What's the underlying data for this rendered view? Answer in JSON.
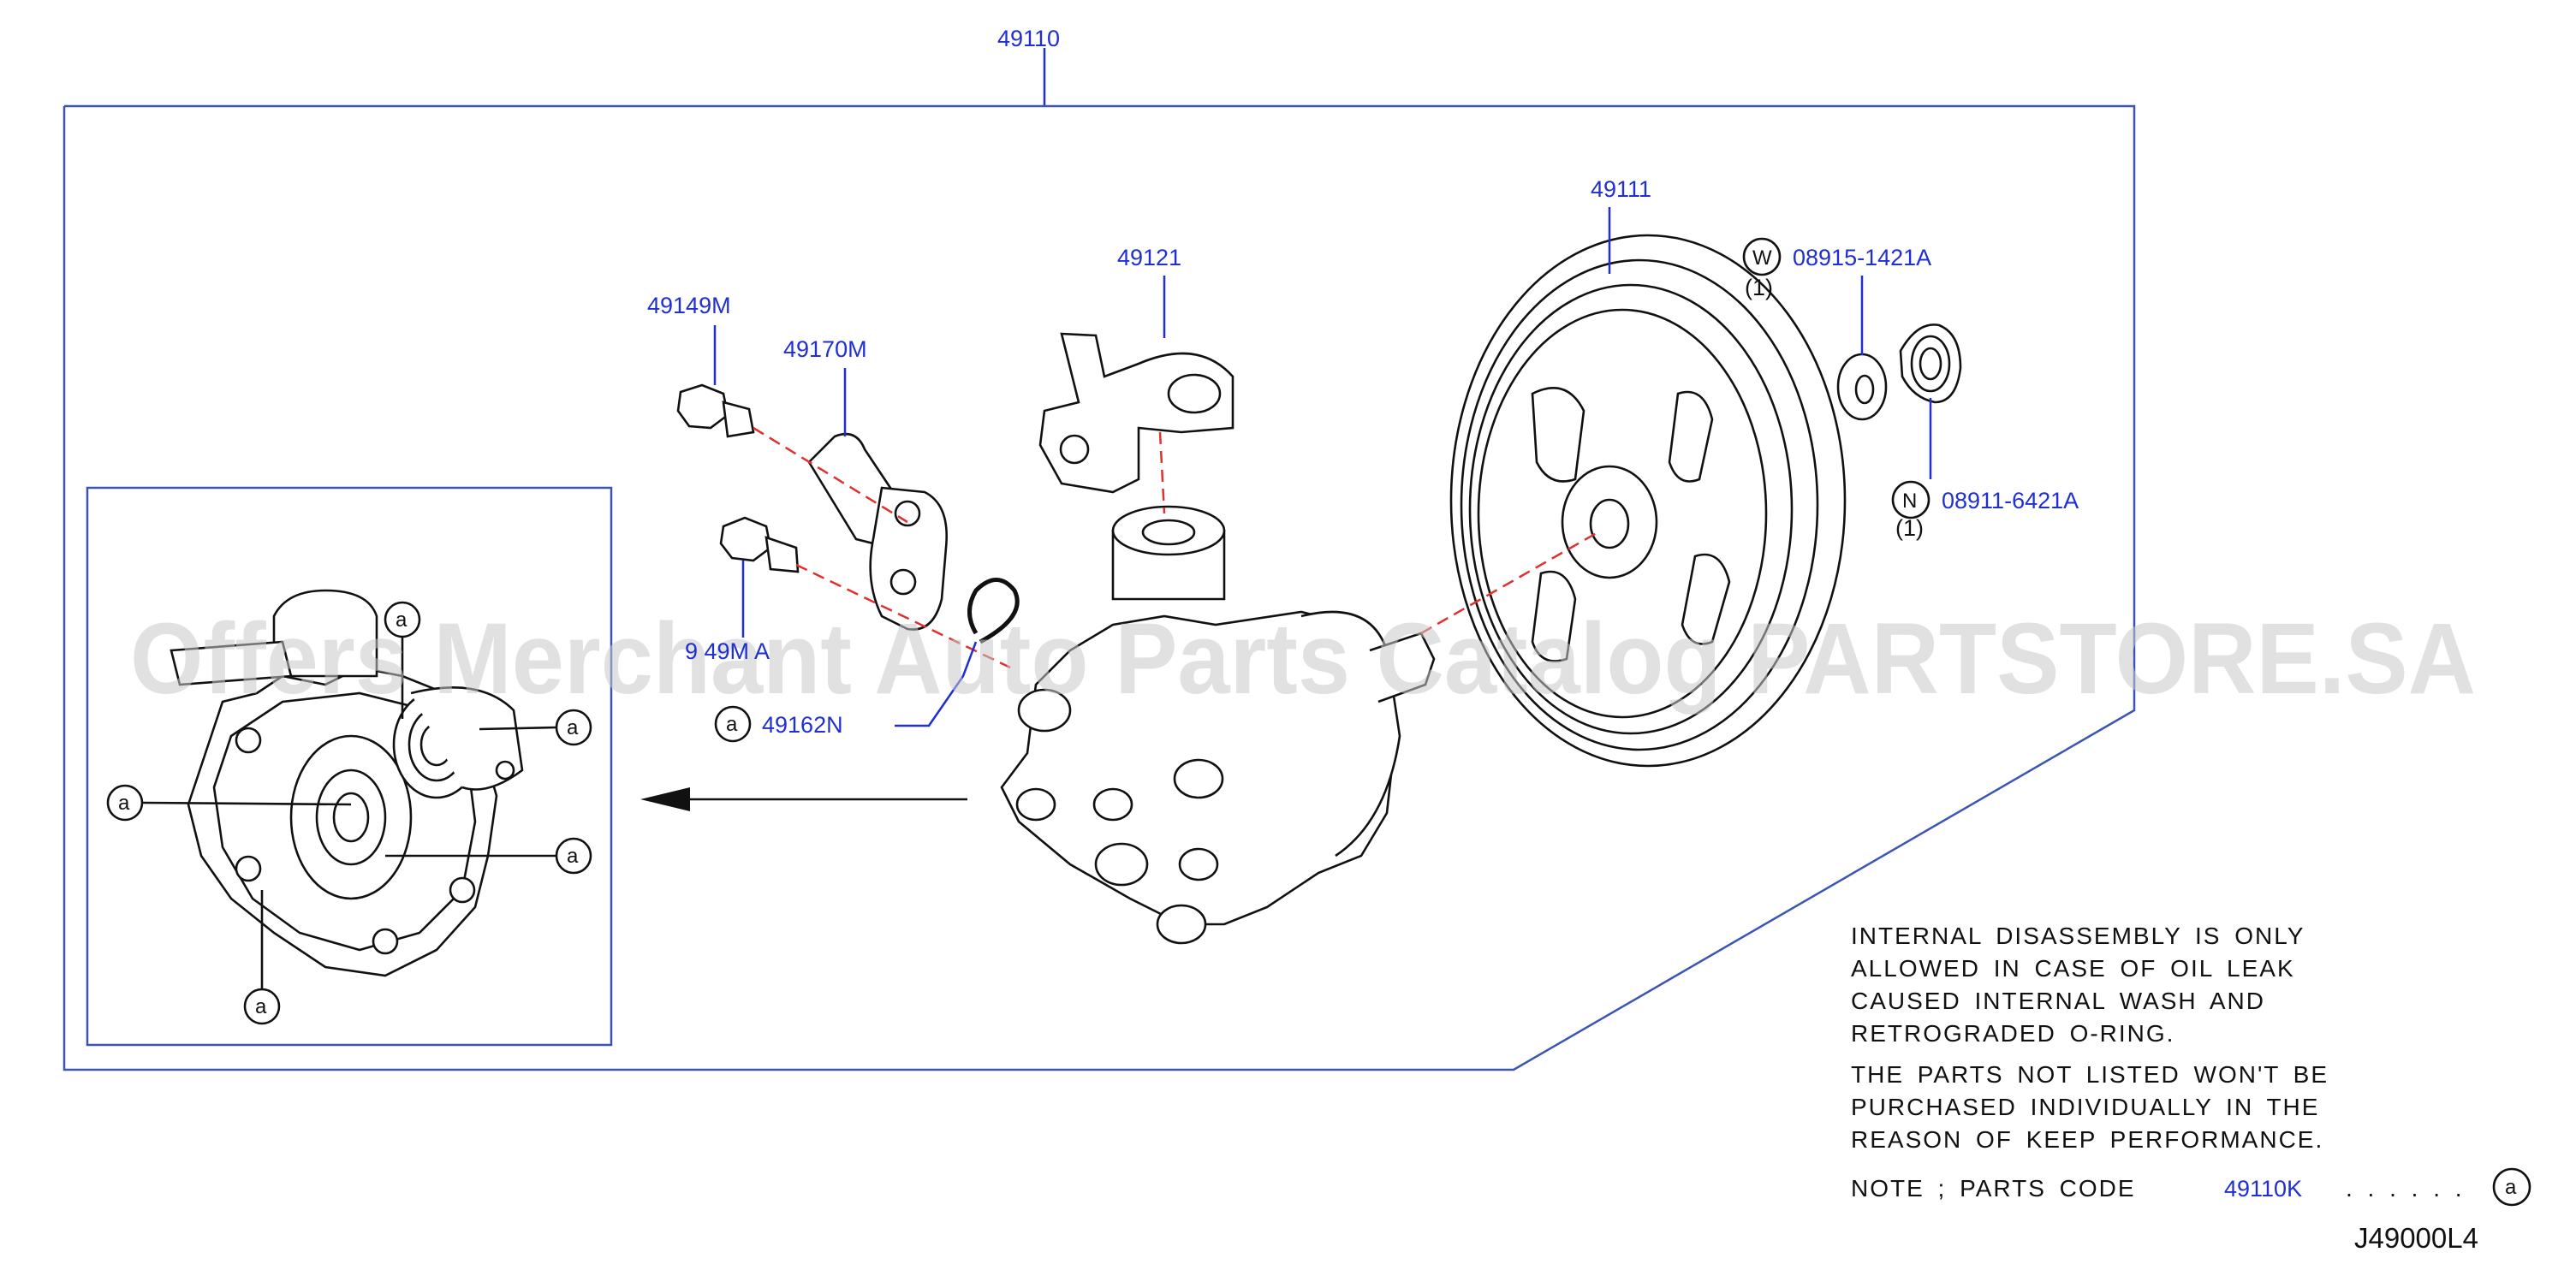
{
  "diagram": {
    "assembly_label": "49110",
    "parts": {
      "pulley": "49111",
      "bracket": "49121",
      "bolt_upper": "49149M",
      "connector": "49170M",
      "bolt_lower": "9 49M A",
      "o_ring": "49162N",
      "washer": "08915-1421A",
      "washer_qty": "(1)",
      "washer_symbol": "W",
      "nut": "08911-6421A",
      "nut_qty": "(1)",
      "nut_symbol": "N"
    },
    "kit_symbol": "a",
    "watermark": "Offers Merchant Auto Parts Catalog PARTSTORE.SA",
    "notes": {
      "internal": [
        "INTERNAL DISASSEMBLY IS ONLY",
        "ALLOWED IN CASE OF OIL LEAK",
        "CAUSED INTERNAL WASH AND",
        "RETROGRADED O-RING."
      ],
      "not_listed": [
        "THE PARTS NOT LISTED WON'T BE",
        "PURCHASED INDIVIDUALLY IN THE",
        "REASON OF KEEP PERFORMANCE."
      ],
      "parts_code_label": "NOTE ; PARTS CODE",
      "parts_code_value": "49110K",
      "parts_code_dots": ". . . . . ."
    },
    "reference_code": "J49000L4"
  }
}
